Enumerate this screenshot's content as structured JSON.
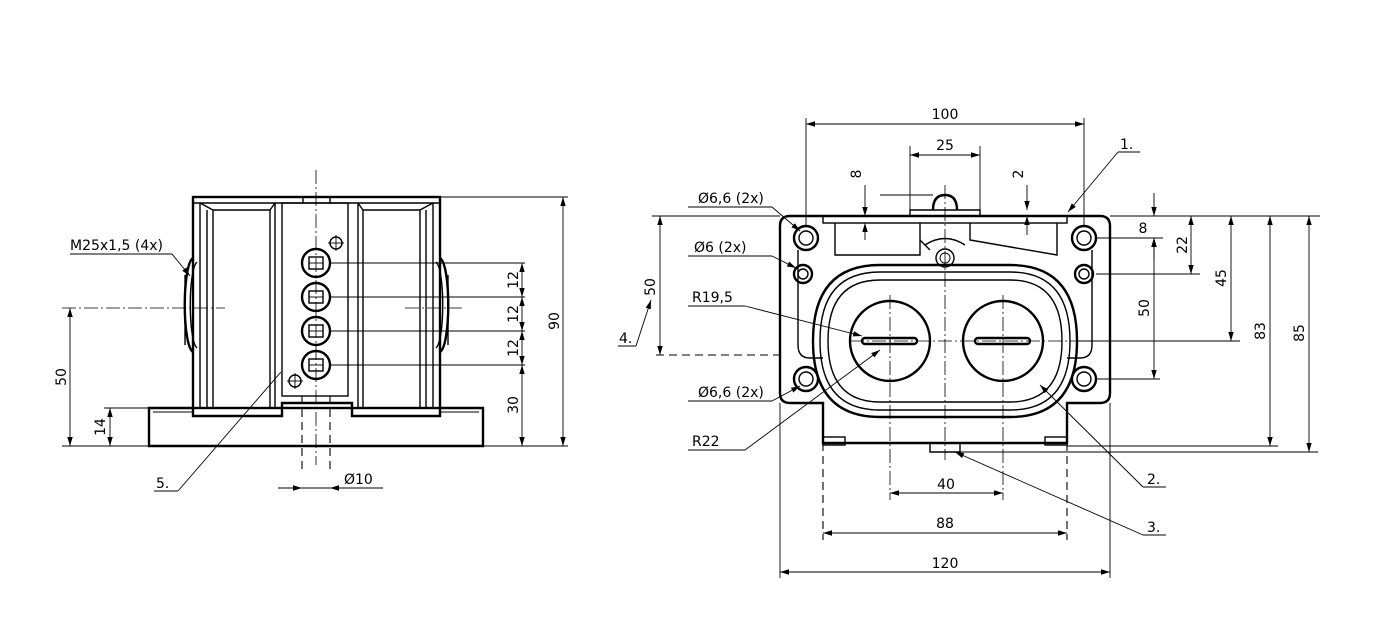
{
  "left_view": {
    "dims": {
      "thread": "M25x1,5 (4x)",
      "height_total": "90",
      "height_axis": "50",
      "base_h": "14",
      "pitch_1": "12",
      "pitch_2": "12",
      "pitch_3": "12",
      "low_hole": "30",
      "dia_bottom": "Ø10"
    },
    "callout_5": "5."
  },
  "right_view": {
    "dims": {
      "width_top": "100",
      "slot_w": "25",
      "depth_8": "8",
      "depth_2": "2",
      "hole_a": "Ø6,6 (2x)",
      "hole_b": "Ø6 (2x)",
      "radius_a": "R19,5",
      "hole_c": "Ø6,6 (2x)",
      "radius_b": "R22",
      "left_50": "50",
      "right_8": "8",
      "right_22": "22",
      "right_45": "45",
      "right_50": "50",
      "right_83": "83",
      "right_85": "85",
      "w_40": "40",
      "w_88": "88",
      "w_120": "120"
    },
    "callouts": {
      "c1": "1.",
      "c2": "2.",
      "c3": "3.",
      "c4": "4."
    }
  }
}
